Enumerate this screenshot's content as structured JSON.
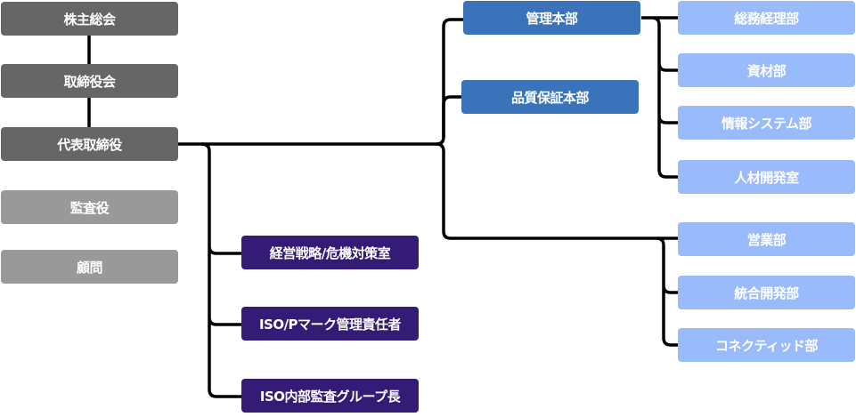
{
  "governance": [
    {
      "id": "shareholders",
      "label": "株主総会"
    },
    {
      "id": "board",
      "label": "取締役会"
    },
    {
      "id": "ceo",
      "label": "代表取締役"
    },
    {
      "id": "auditor",
      "label": "監査役"
    },
    {
      "id": "advisor",
      "label": "顧問"
    }
  ],
  "staff": [
    {
      "label": "経営戦略/危機対策室"
    },
    {
      "label": "ISO/Pマーク管理責任者"
    },
    {
      "label": "ISO内部監査グループ長"
    }
  ],
  "divisions": [
    {
      "label": "管理本部"
    },
    {
      "label": "品質保証本部"
    }
  ],
  "departments": [
    {
      "label": "総務経理部"
    },
    {
      "label": "資材部"
    },
    {
      "label": "情報システム部"
    },
    {
      "label": "人材開発室"
    },
    {
      "label": "営業部"
    },
    {
      "label": "統合開発部"
    },
    {
      "label": "コネクティッド部"
    }
  ],
  "colors": {
    "dark": "#666666",
    "gray": "#999999",
    "purple": "#331b76",
    "blue": "#3b73bb",
    "light_blue": "#9abbfb"
  }
}
